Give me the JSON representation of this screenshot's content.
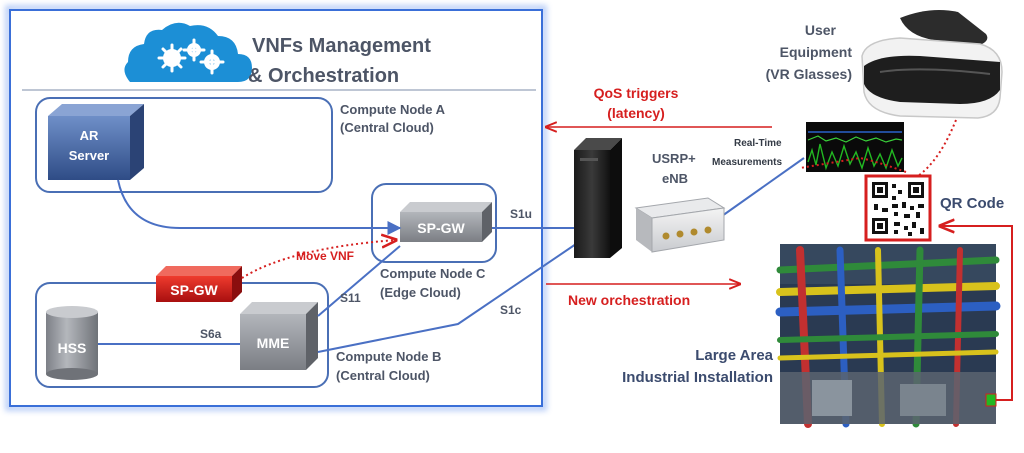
{
  "management": {
    "title_line1": "VNFs Management",
    "title_line2": "& Orchestration"
  },
  "nodes": {
    "node_a": {
      "line1": "Compute Node A",
      "line2": "(Central Cloud)"
    },
    "node_b": {
      "line1": "Compute Node B",
      "line2": "(Central Cloud)"
    },
    "node_c": {
      "line1": "Compute Node C",
      "line2": "(Edge Cloud)"
    }
  },
  "components": {
    "ar_server": {
      "line1": "AR",
      "line2": "Server"
    },
    "sp_gw_edge": "SP-GW",
    "sp_gw_moving": "SP-GW",
    "hss": "HSS",
    "mme": "MME"
  },
  "interfaces": {
    "s1u": "S1u",
    "s11": "S11",
    "s6a": "S6a",
    "s1c": "S1c"
  },
  "annotations": {
    "move_vnf": "Move VNF",
    "qos_line1": "QoS triggers",
    "qos_line2": "(latency)",
    "new_orchestration": "New orchestration",
    "realtime_line1": "Real-Time",
    "realtime_line2": "Measurements",
    "usrp_line1": "USRP+",
    "usrp_line2": "eNB",
    "ue_line1": "User",
    "ue_line2": "Equipment",
    "ue_line3": "(VR Glasses)",
    "qr_code": "QR Code",
    "industrial_line1": "Large Area",
    "industrial_line2": "Industrial Installation"
  },
  "colors": {
    "frame_blue": "#3a6fd8",
    "node_border": "#4a6fb5",
    "label_gray": "#4d5566",
    "red": "#d61f1f",
    "gray_box": "#8a8d93",
    "ar_blue": "#3f5f99"
  }
}
